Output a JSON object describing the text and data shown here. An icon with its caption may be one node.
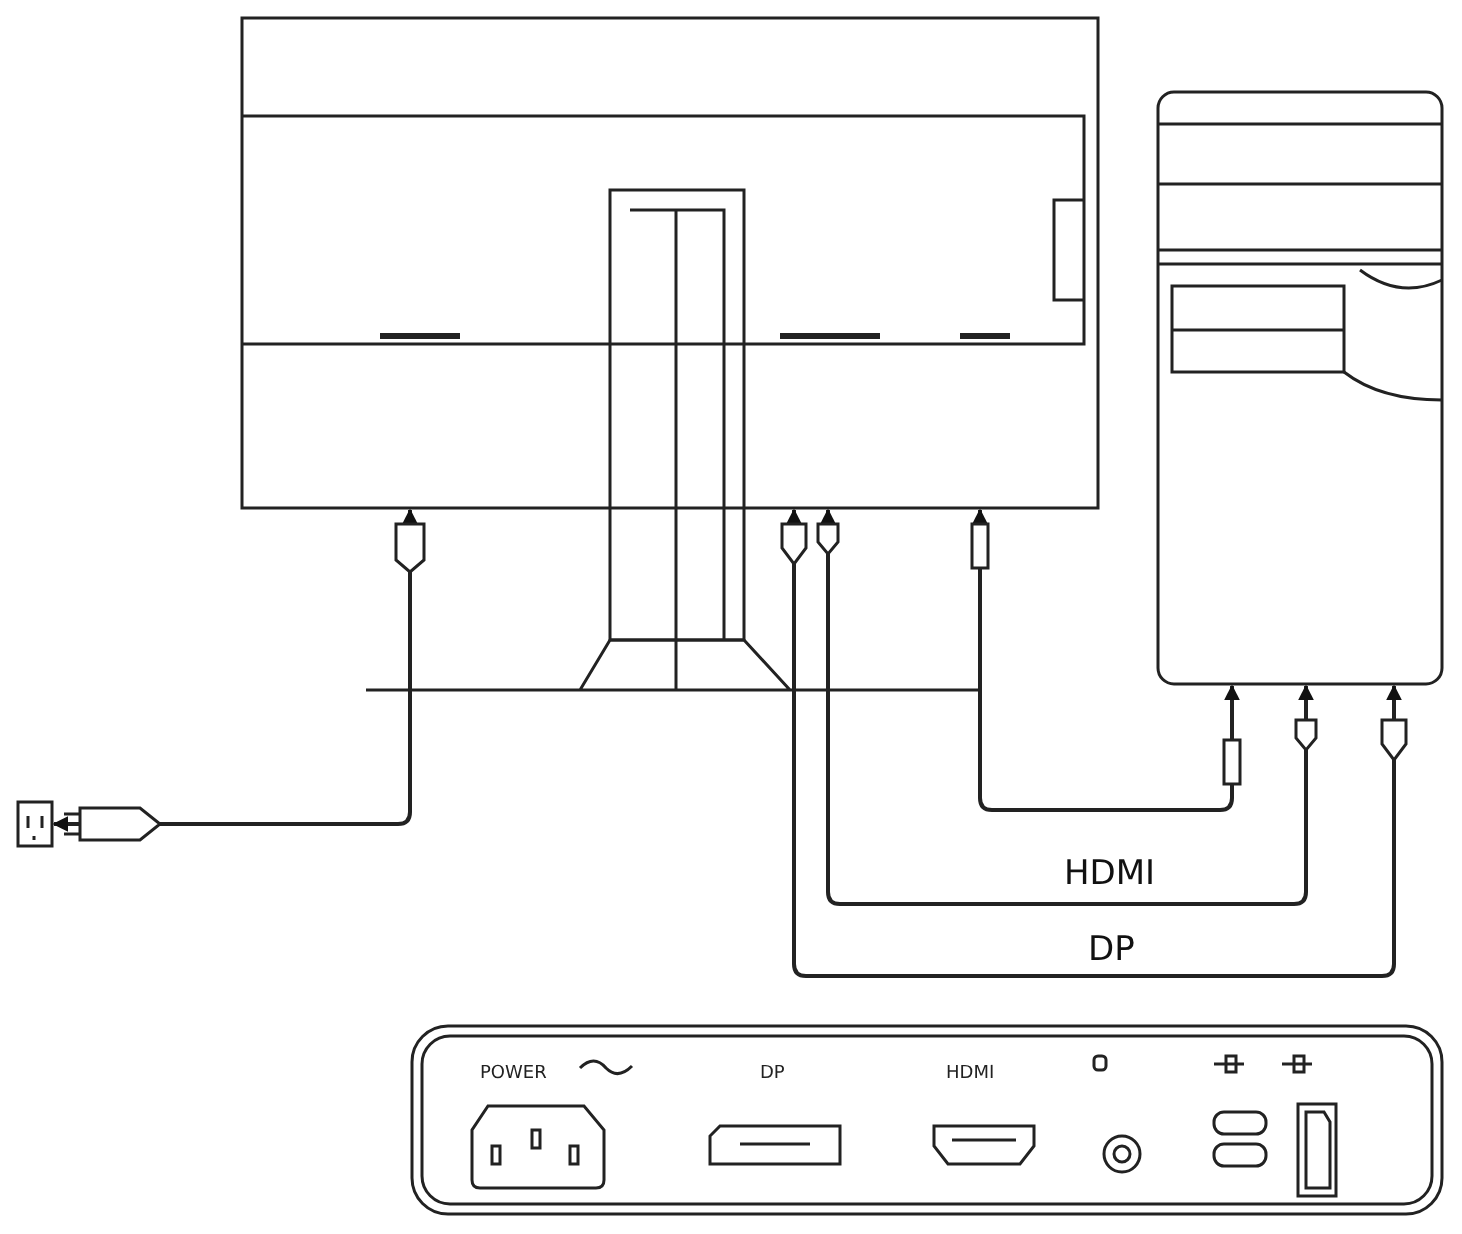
{
  "diagram": {
    "nodes": [
      {
        "text": [],
        "shape": "picture"
      },
      {
        "text": [],
        "shape": "picture"
      },
      {
        "text": [],
        "shape": "picture"
      },
      {
        "text": [
          "POWER",
          "DP",
          "HDMI"
        ]
      }
    ],
    "edges": [
      {
        "from": 0,
        "to": 2,
        "arrow": "both"
      },
      {
        "from": 0,
        "to": 1,
        "arrow": "both",
        "label": "DP"
      },
      {
        "from": 0,
        "to": 1,
        "arrow": "both",
        "label": "HDMI"
      },
      {
        "from": 0,
        "to": 1,
        "arrow": "both"
      }
    ]
  }
}
